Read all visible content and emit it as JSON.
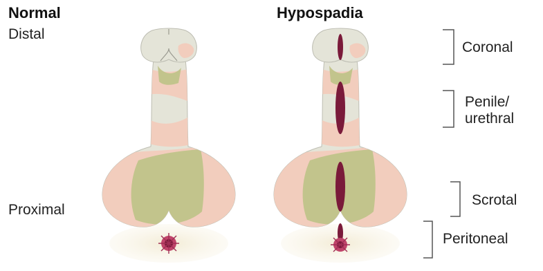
{
  "titles": {
    "normal": "Normal",
    "hypospadia": "Hypospadia"
  },
  "axis": {
    "distal": "Distal",
    "proximal": "Proximal"
  },
  "regions": {
    "coronal": "Coronal",
    "penile_line1": "Penile/",
    "penile_line2": "urethral",
    "scrotal": "Scrotal",
    "peritoneal": "Peritoneal"
  },
  "colors": {
    "shaft": "#e4e4d8",
    "pink": "#f2cdbd",
    "green": "#c2c48c",
    "opening": "#7a1a3a",
    "anus_halo": "#f5f0e0"
  }
}
